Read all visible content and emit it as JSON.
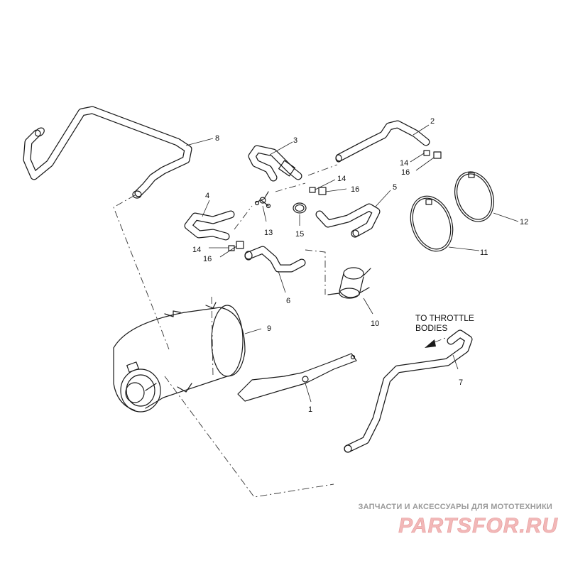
{
  "callouts": {
    "c1": "1",
    "c2": "2",
    "c3": "3",
    "c4": "4",
    "c5": "5",
    "c6": "6",
    "c7": "7",
    "c8": "8",
    "c9": "9",
    "c10": "10",
    "c11": "11",
    "c12": "12",
    "c13": "13",
    "c14a": "14",
    "c14b": "14",
    "c14c": "14",
    "c15": "15",
    "c16a": "16",
    "c16b": "16",
    "c16c": "16"
  },
  "annotation": {
    "line1": "TO THROTTLE",
    "line2": "BODIES"
  },
  "watermark": {
    "tagline": "ЗАПЧАСТИ И АКСЕССУАРЫ ДЛЯ МОТОТЕХНИКИ",
    "brand": "PARTSFOR.RU"
  }
}
